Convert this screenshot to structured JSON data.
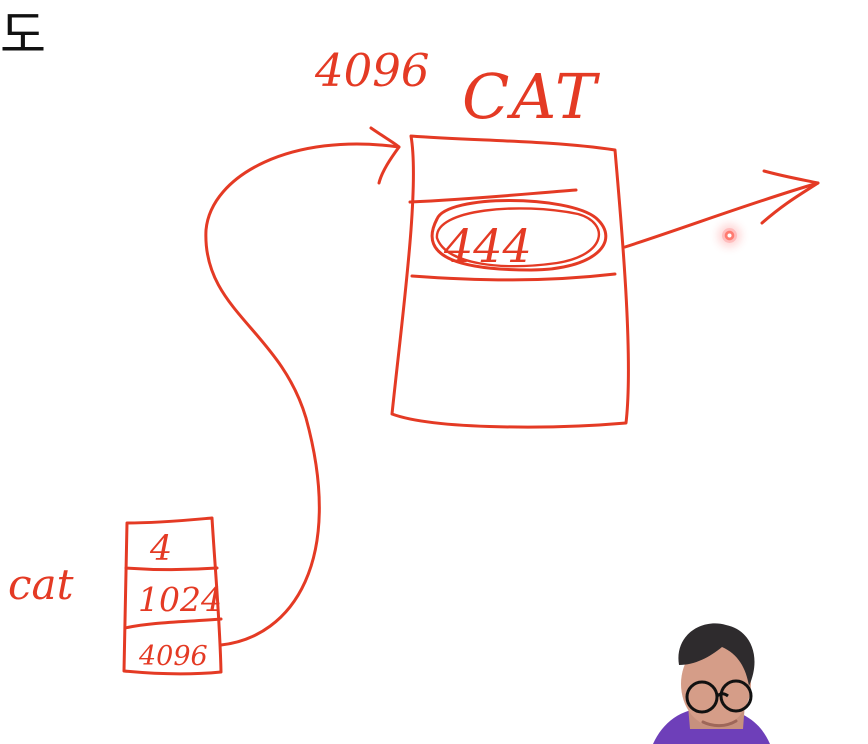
{
  "page": {
    "title_fragment": "도"
  },
  "diagram": {
    "labels": {
      "address_top": "4096",
      "class_name": "CAT",
      "heap_value": "444",
      "variable_name": "cat",
      "stack_value_1": "4",
      "stack_value_2": "1024",
      "stack_value_3": "4096"
    }
  },
  "colors": {
    "ink": "#e43a24",
    "text": "#111111",
    "background": "#ffffff"
  }
}
